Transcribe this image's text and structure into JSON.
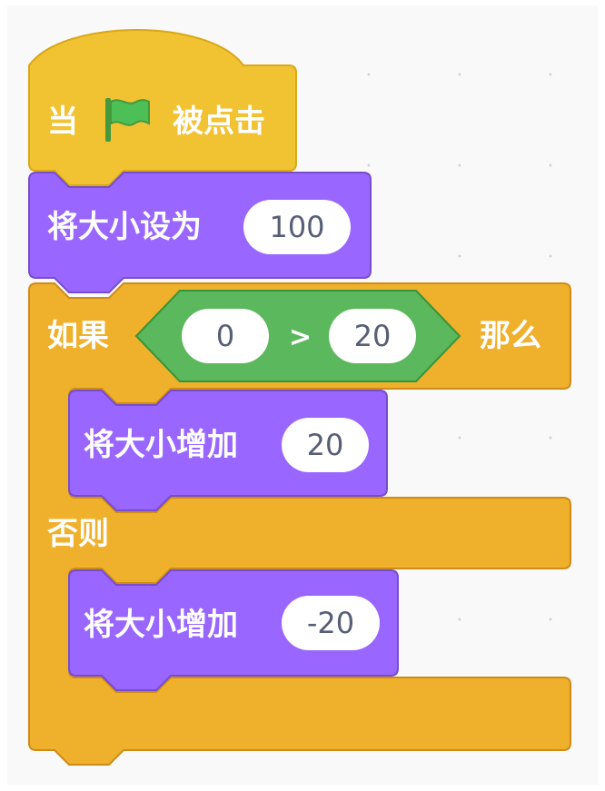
{
  "colors": {
    "events": "#f1c232",
    "events_edge": "#d9a818",
    "looks": "#9966ff",
    "looks_edge": "#774dcb",
    "control": "#efb02c",
    "control_edge": "#cf8b17",
    "operators": "#5cb85c",
    "operators_edge": "#389438",
    "flag": "#4cbf56"
  },
  "hat_block": {
    "prefix": "当",
    "icon": "green-flag-icon",
    "suffix": "被点击"
  },
  "set_size_block": {
    "label": "将大小设为",
    "value": "100"
  },
  "if_else_block": {
    "if_label": "如果",
    "then_label": "那么",
    "else_label": "否则",
    "condition": {
      "left": "0",
      "operator": ">",
      "right": "20"
    }
  },
  "change_size_block_1": {
    "label": "将大小增加",
    "value": "20"
  },
  "change_size_block_2": {
    "label": "将大小增加",
    "value": "-20"
  }
}
